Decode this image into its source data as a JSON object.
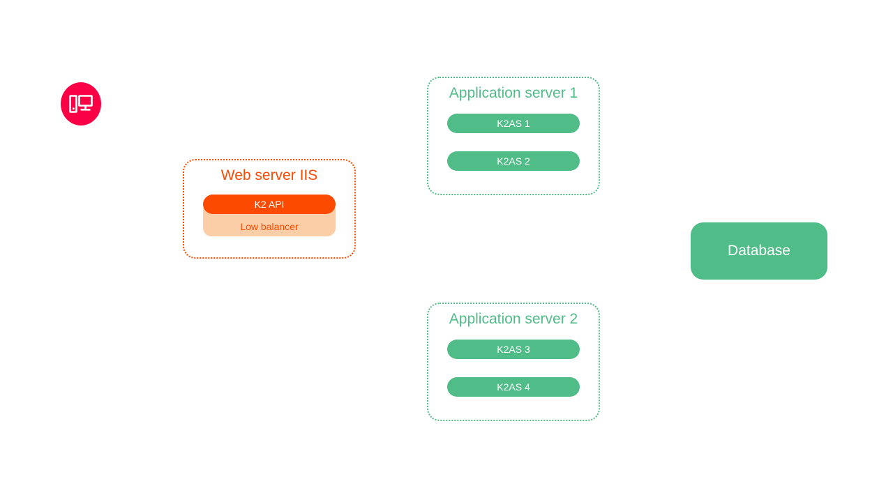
{
  "diagram": {
    "background_color": "#ffffff",
    "palette": {
      "client_red": "#fa0044",
      "web_orange": "#fc4a00",
      "balancer_peach": "#fbcea8",
      "server_green": "#50bc88",
      "text_white": "#ffffff"
    },
    "client": {
      "icon": "desktop-computer-icon"
    },
    "web_server": {
      "title": "Web server IIS",
      "api": "K2 API",
      "balancer": "Low balancer"
    },
    "application_servers": [
      {
        "title": "Application server 1",
        "nodes": [
          "K2AS 1",
          "K2AS 2"
        ]
      },
      {
        "title": "Application server 2",
        "nodes": [
          "K2AS 3",
          "K2AS 4"
        ]
      }
    ],
    "database": {
      "label": "Database"
    }
  }
}
